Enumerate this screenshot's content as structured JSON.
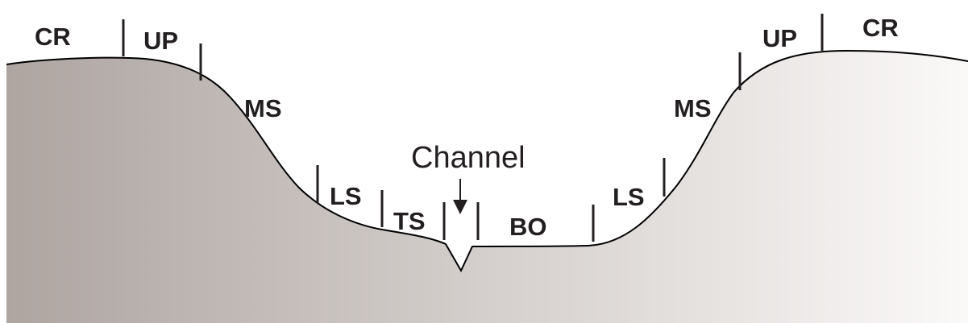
{
  "diagram": {
    "colors": {
      "fill_dark": "#aea5a1",
      "fill_light": "#fbf9f8",
      "line": "#000000",
      "text": "#231f20"
    },
    "labels": {
      "left_crest": "CR",
      "left_upper": "UP",
      "left_mid": "MS",
      "left_lower": "LS",
      "toe_slope": "TS",
      "channel": "Channel",
      "bottom": "BO",
      "right_lower": "LS",
      "right_mid": "MS",
      "right_upper": "UP",
      "right_crest": "CR"
    }
  }
}
